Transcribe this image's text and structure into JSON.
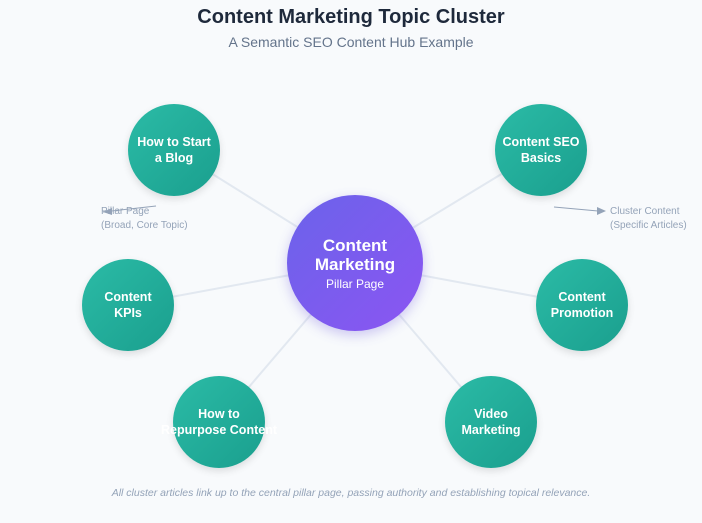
{
  "header": {
    "title": "Content Marketing Topic Cluster",
    "subtitle": "A Semantic SEO Content Hub Example"
  },
  "pillar": {
    "title_line1": "Content",
    "title_line2": "Marketing",
    "label": "Pillar Page",
    "color": "#7c5cf0"
  },
  "clusters": [
    {
      "line1": "How to Start",
      "line2": "a Blog"
    },
    {
      "line1": "Content SEO",
      "line2": "Basics"
    },
    {
      "line1": "Content",
      "line2": "KPIs"
    },
    {
      "line1": "Content",
      "line2": "Promotion"
    },
    {
      "line1": "How to",
      "line2": "Repurpose Content"
    },
    {
      "line1": "Video",
      "line2": "Marketing"
    }
  ],
  "cluster_color": "#22a896",
  "legend": {
    "pillar_line1": "Pillar Page",
    "pillar_line2": "(Broad, Core Topic)",
    "cluster_line1": "Cluster Content",
    "cluster_line2": "(Specific Articles)"
  },
  "footer": "All cluster articles link up to the central pillar page, passing authority and establishing topical relevance."
}
